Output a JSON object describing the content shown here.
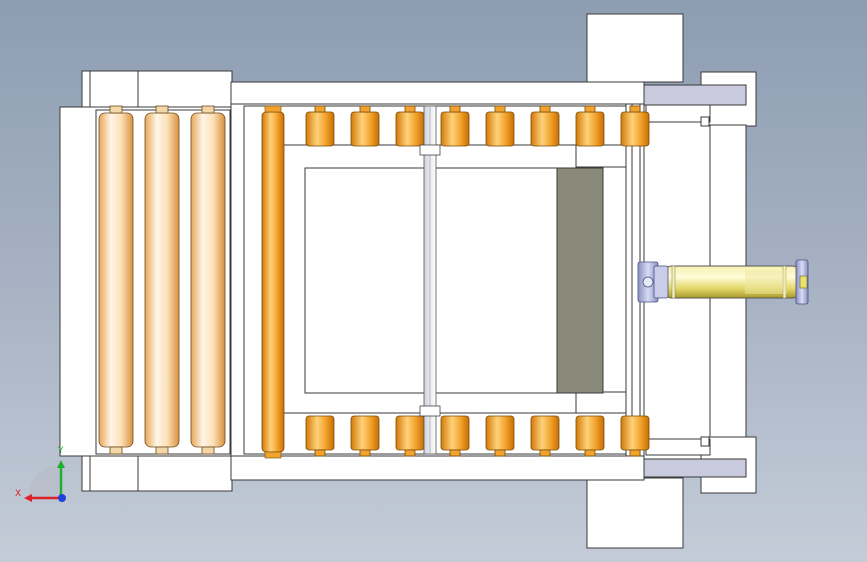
{
  "viewport": {
    "background_top": "#8d9db2",
    "background_bottom": "#c4ccd8"
  },
  "model": {
    "body_color": "#ffffff",
    "edge_color": "#3a3a3a",
    "cover_plate_color": "#8a8a7a",
    "bracket_color": "#b8bcd8",
    "free_roller_color": "#f2c98a",
    "driven_roller_color": "#ee9a1a",
    "cylinder_color": "#e8e070",
    "left_roller_count": 3,
    "driven_roller_count": 8
  },
  "triad": {
    "x_label": "X",
    "y_label": "Y",
    "x_color": "#e0202a",
    "y_color": "#20b030",
    "z_color": "#2040e0"
  }
}
